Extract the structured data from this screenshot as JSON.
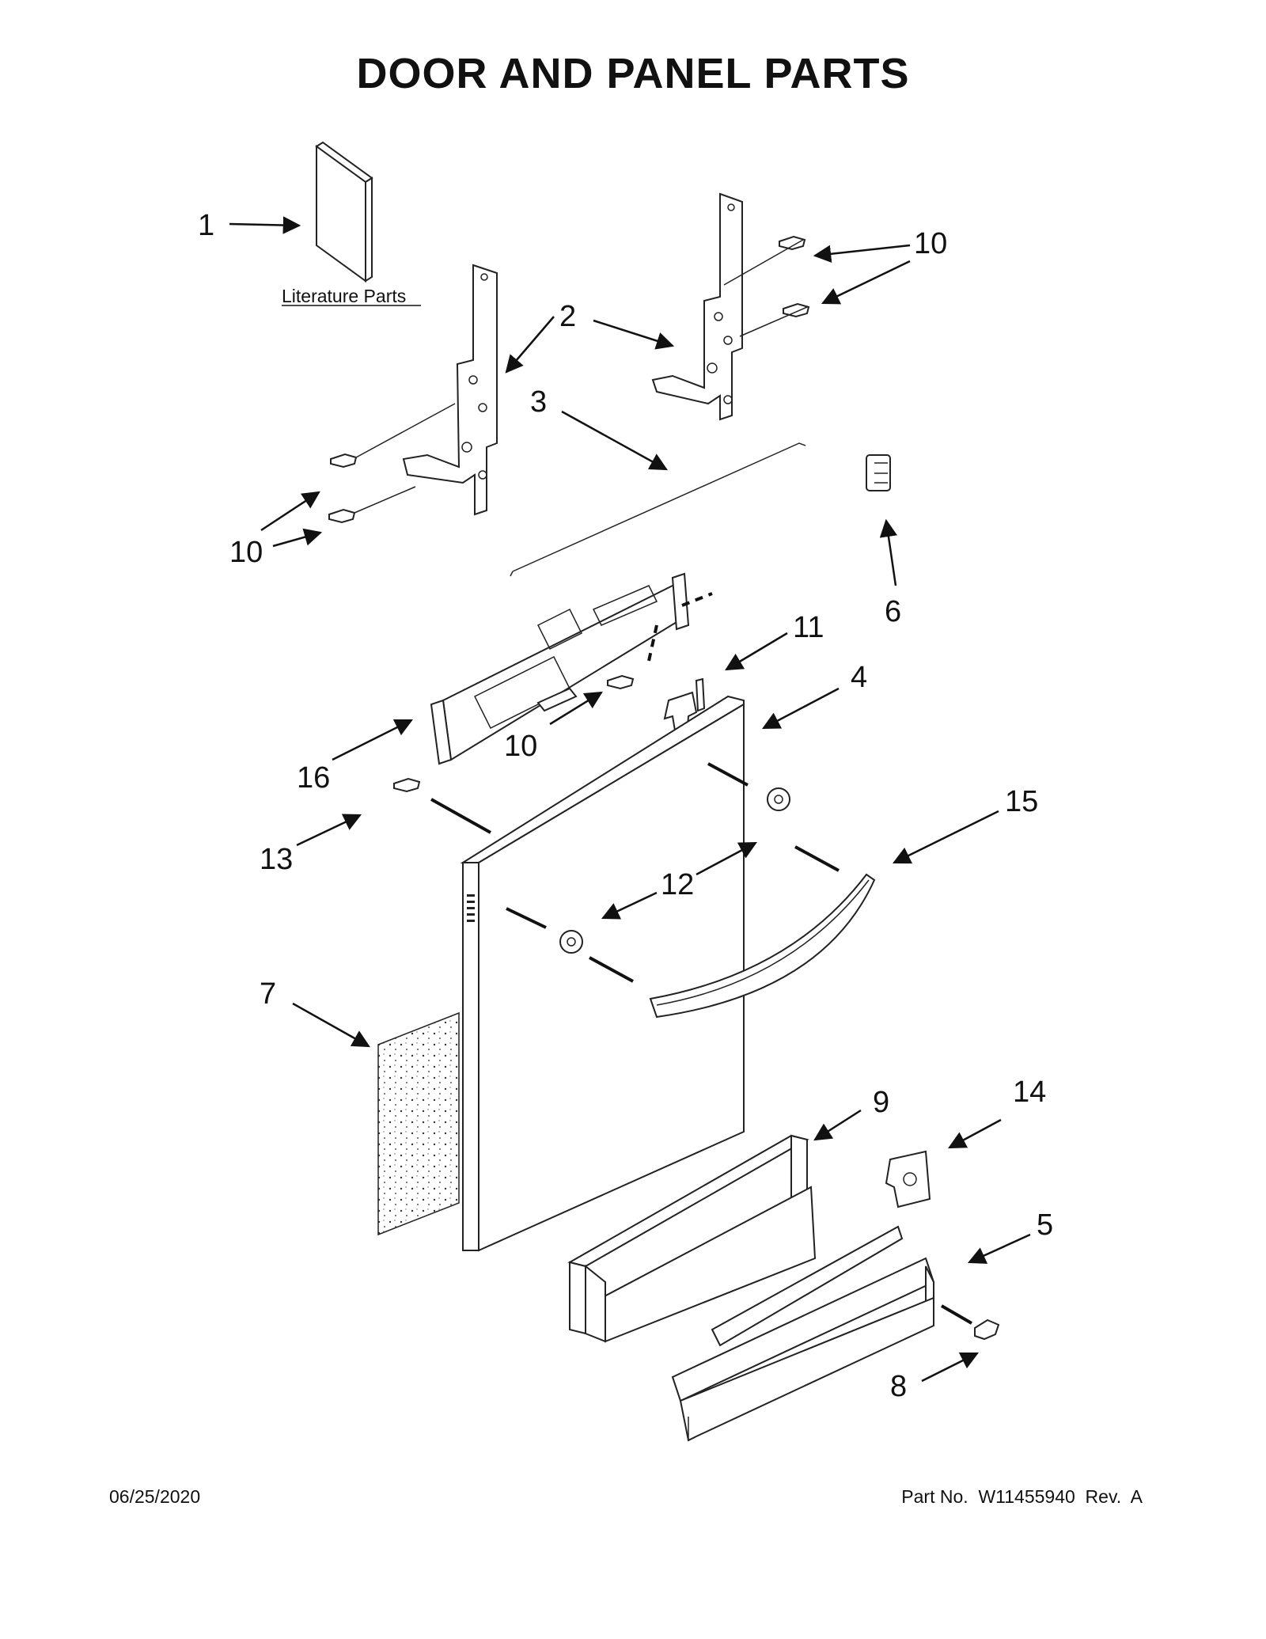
{
  "page": {
    "title": "DOOR AND PANEL PARTS",
    "date": "06/25/2020",
    "part_number": "Part No.  W11455940  Rev.  A"
  },
  "literature_label": "Literature Parts",
  "callouts": [
    {
      "id": "c1",
      "label": "1"
    },
    {
      "id": "c2",
      "label": "2"
    },
    {
      "id": "c3",
      "label": "3"
    },
    {
      "id": "c4",
      "label": "4"
    },
    {
      "id": "c5",
      "label": "5"
    },
    {
      "id": "c6",
      "label": "6"
    },
    {
      "id": "c7",
      "label": "7"
    },
    {
      "id": "c8",
      "label": "8"
    },
    {
      "id": "c9",
      "label": "9"
    },
    {
      "id": "c10a",
      "label": "10"
    },
    {
      "id": "c10b",
      "label": "10"
    },
    {
      "id": "c10c",
      "label": "10"
    },
    {
      "id": "c11",
      "label": "11"
    },
    {
      "id": "c12",
      "label": "12"
    },
    {
      "id": "c13",
      "label": "13"
    },
    {
      "id": "c14",
      "label": "14"
    },
    {
      "id": "c15",
      "label": "15"
    },
    {
      "id": "c16",
      "label": "16"
    }
  ]
}
